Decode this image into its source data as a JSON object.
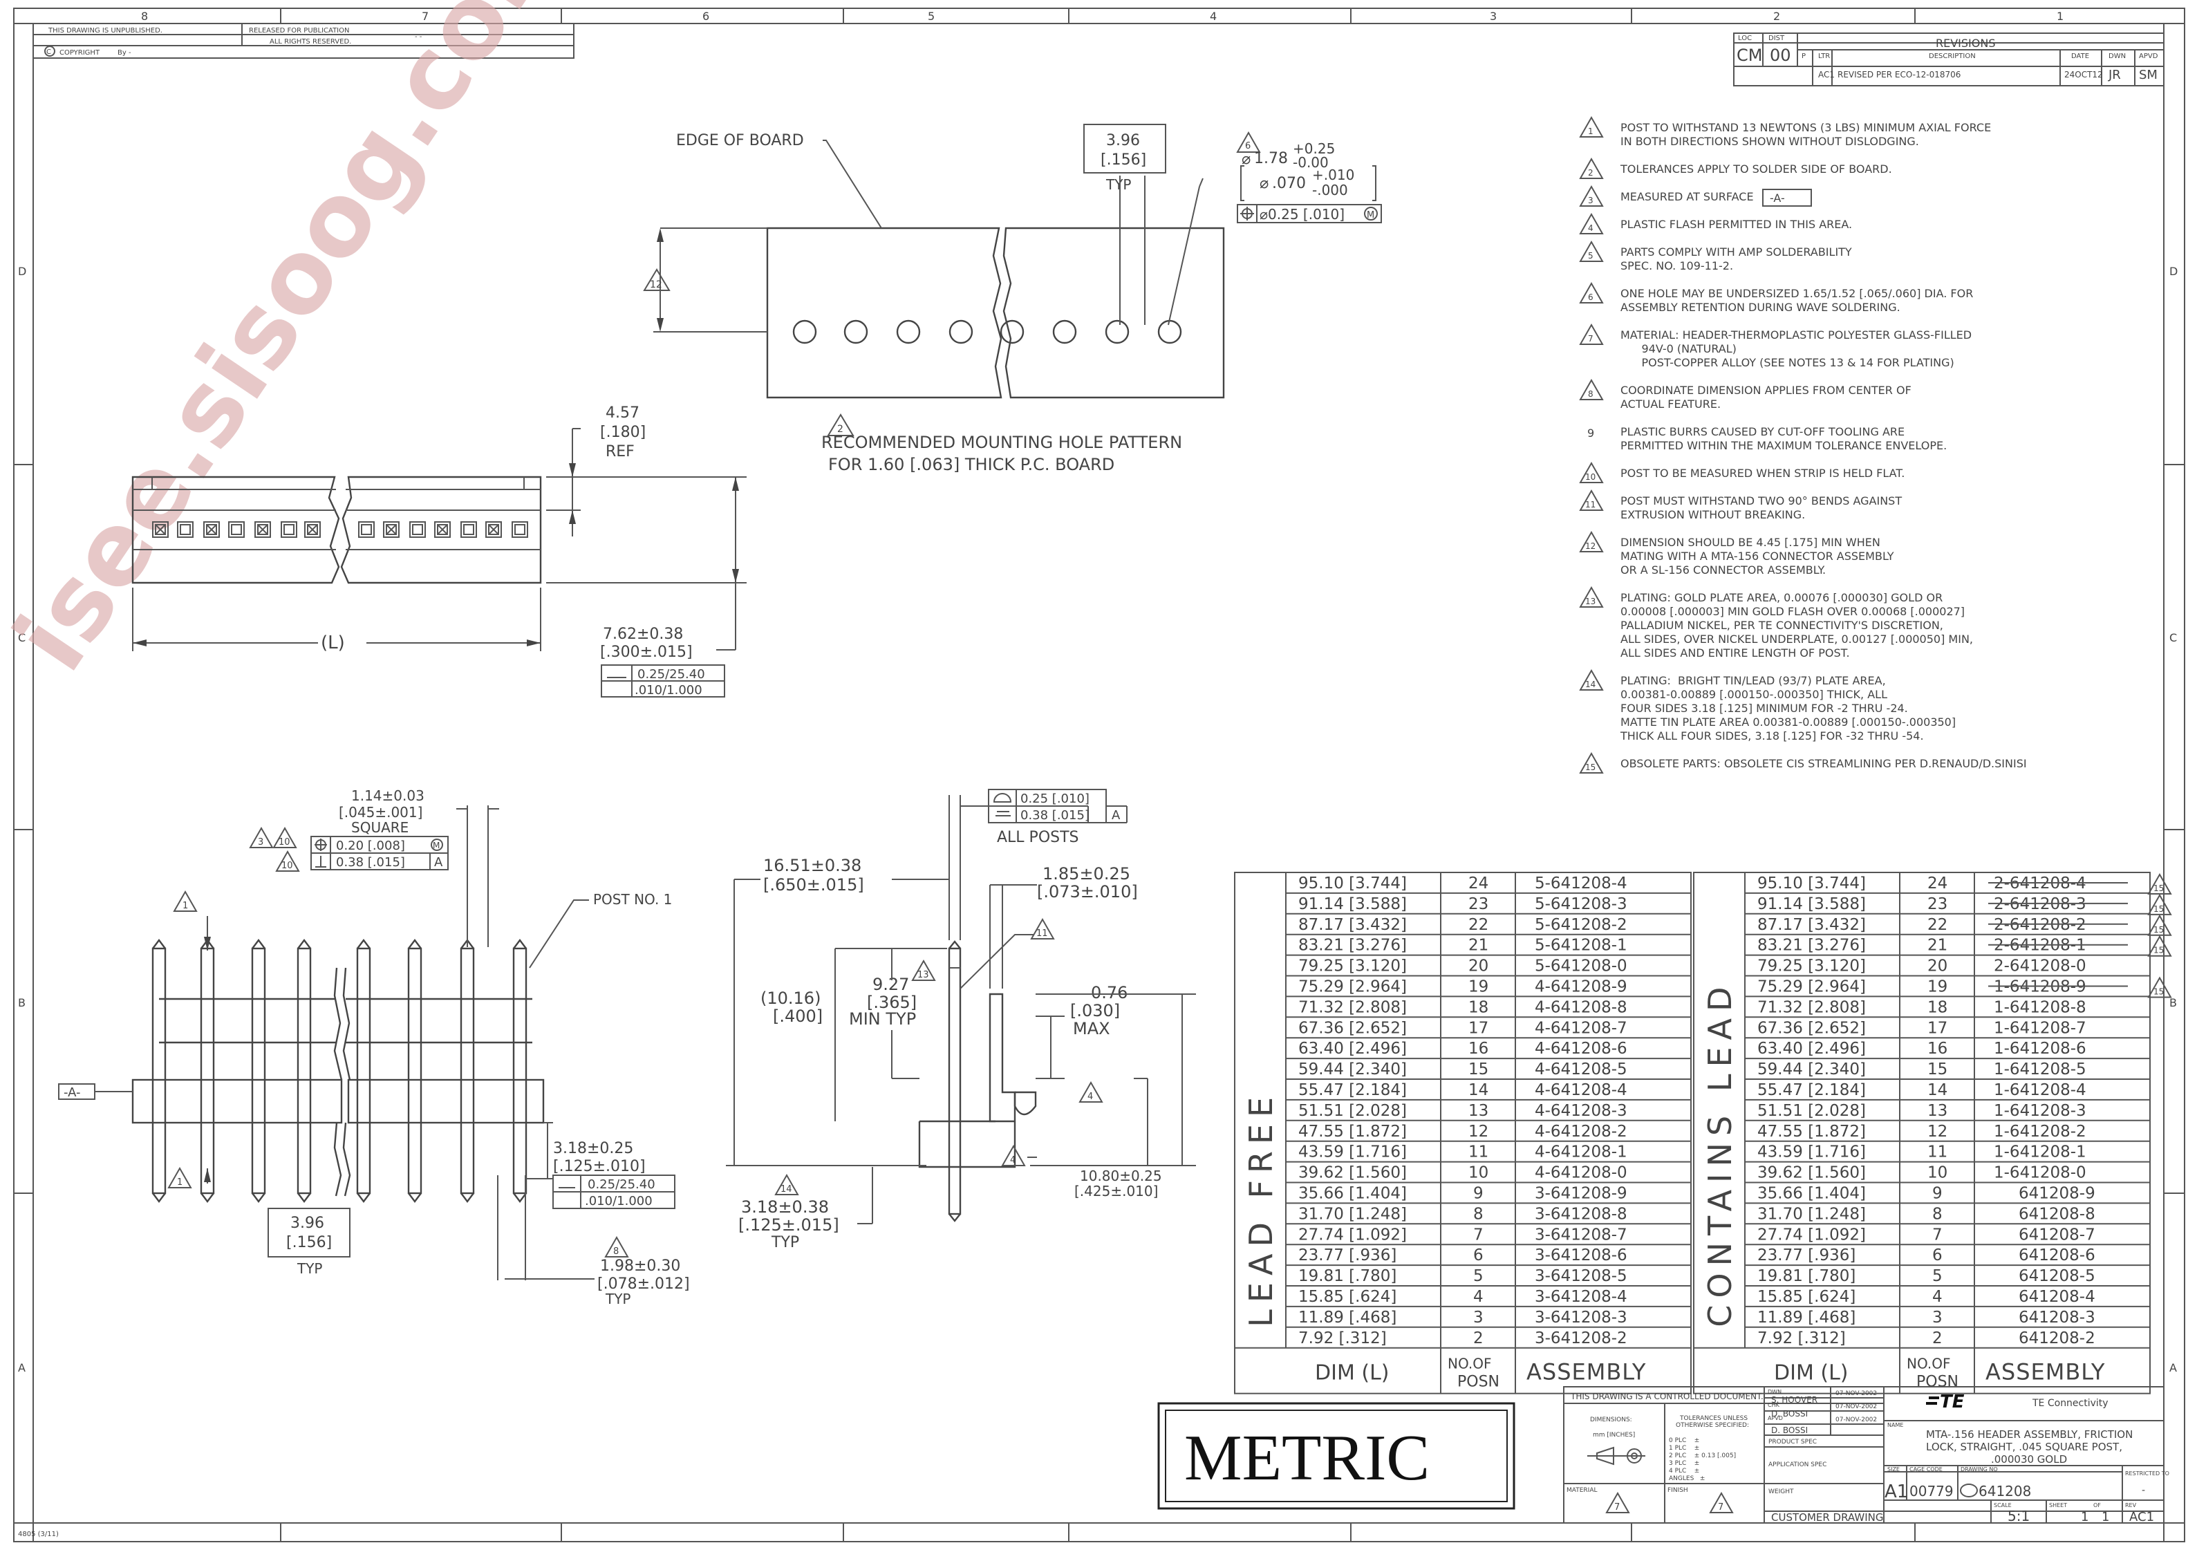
{
  "border": {
    "top_zones": [
      "8",
      "7",
      "6",
      "5",
      "4",
      "3",
      "2",
      "1"
    ],
    "side_zones": [
      "D",
      "C",
      "B",
      "A"
    ],
    "unpublished": "THIS DRAWING IS UNPUBLISHED.",
    "released": "RELEASED FOR PUBLICATION",
    "copyright": "COPYRIGHT",
    "by": "By -",
    "rights": "ALL RIGHTS RESERVED.",
    "form_code": "4805 (3/11)"
  },
  "revisions": {
    "loc_label": "LOC",
    "dist_label": "DIST",
    "loc": "CM",
    "dist": "00",
    "title": "REVISIONS",
    "headers": [
      "P",
      "LTR",
      "DESCRIPTION",
      "DATE",
      "DWN",
      "APVD"
    ],
    "row": [
      "",
      "AC1",
      "REVISED PER ECO-12-018706",
      "24OCT12",
      "JR",
      "SM"
    ]
  },
  "watermark": "isee.sisoog.com",
  "hole_pattern": {
    "edge_label": "EDGE OF BOARD",
    "pitch_mm": "3.96",
    "pitch_in": "[.156]",
    "pitch_typ": "TYP",
    "hole_note_num": "6",
    "hole_dia_mm": "1.78",
    "hole_tol_mm_plus": "+0.25",
    "hole_tol_mm_minus": "-0.00",
    "hole_dia_in": ".070",
    "hole_tol_in_plus": "+.010",
    "hole_tol_in_minus": "-.000",
    "position_tol": "⌀0.25 [.010]",
    "position_mod": "M",
    "flag": "12",
    "caption_flag": "2",
    "caption_1": "RECOMMENDED MOUNTING HOLE PATTERN",
    "caption_2": "FOR 1.60 [.063] THICK P.C. BOARD"
  },
  "top_view": {
    "height_mm": "4.57",
    "height_in": "[.180]",
    "height_ref": "REF",
    "length_label": "(L)",
    "width_dim": "7.62±0.38",
    "width_dim_in": "[.300±.015]",
    "fcf_r1": "0.25/25.40",
    "fcf_r2": ".010/1.000"
  },
  "front_view": {
    "post_mm": "1.14±0.03",
    "post_in": "[.045±.001]",
    "post_square": "SQUARE",
    "fcf1_flag_a": "3",
    "fcf1_flag_b": "10",
    "fcf1_flag_c": "10",
    "fcf1_r1": "0.20 [.008]",
    "fcf1_r1_mod": "M",
    "fcf1_r2": "0.38 [.015]",
    "fcf1_r2_datum": "A",
    "post_no": "POST NO. 1",
    "datum_a": "-A-",
    "flag_1": "1",
    "dim_318": "3.18±0.25",
    "dim_318_in": "[.125±.010]",
    "fcf2_r1": "0.25/25.40",
    "fcf2_r2": ".010/1.000",
    "pitch_mm": "3.96",
    "pitch_in": "[.156]",
    "pitch_typ": "TYP",
    "flag_8": "8",
    "dim_198": "1.98±0.30",
    "dim_198_in": "[.078±.012]",
    "dim_198_typ": "TYP"
  },
  "side_view": {
    "fcf_r1": "0.25 [.010]",
    "fcf_r2": "0.38 [.015]",
    "fcf_datum": "A",
    "all_posts": "ALL POSTS",
    "dim_1651": "16.51±0.38",
    "dim_1651_in": "[.650±.015]",
    "dim_185": "1.85±0.25",
    "dim_185_in": "[.073±.010]",
    "flag_11": "11",
    "dim_1016": "(10.16)",
    "dim_1016_in": "[.400]",
    "dim_927": "9.27",
    "dim_927_in": "[.365]",
    "dim_927_min": "MIN TYP",
    "flag_13": "13",
    "dim_076": "0.76",
    "dim_076_in": "[.030]",
    "dim_076_max": "MAX",
    "flag_4": "4",
    "flag_4b": "4",
    "dim_1080": "10.80±0.25",
    "dim_1080_in": "[.425±.010]",
    "flag_14": "14",
    "dim_318": "3.18±0.38",
    "dim_318_in": "[.125±.015]",
    "dim_318_typ": "TYP"
  },
  "notes": [
    {
      "num": "1",
      "tri": true,
      "lines": [
        "POST TO WITHSTAND 13 NEWTONS (3 LBS) MINIMUM AXIAL FORCE",
        "IN BOTH DIRECTIONS SHOWN WITHOUT DISLODGING."
      ]
    },
    {
      "num": "2",
      "tri": true,
      "lines": [
        "TOLERANCES APPLY TO SOLDER SIDE OF BOARD."
      ]
    },
    {
      "num": "3",
      "tri": true,
      "lines": [
        "MEASURED AT SURFACE"
      ],
      "extra": "-A-"
    },
    {
      "num": "4",
      "tri": true,
      "lines": [
        "PLASTIC FLASH PERMITTED IN THIS AREA."
      ]
    },
    {
      "num": "5",
      "tri": true,
      "lines": [
        "PARTS COMPLY WITH AMP SOLDERABILITY",
        "SPEC. NO. 109-11-2."
      ]
    },
    {
      "num": "6",
      "tri": true,
      "lines": [
        "ONE HOLE MAY BE UNDERSIZED 1.65/1.52 [.065/.060] DIA. FOR",
        "ASSEMBLY RETENTION DURING WAVE SOLDERING."
      ]
    },
    {
      "num": "7",
      "tri": true,
      "lines": [
        "MATERIAL: HEADER-THERMOPLASTIC POLYESTER GLASS-FILLED",
        "      94V-0 (NATURAL)",
        "      POST-COPPER ALLOY (SEE NOTES 13 & 14 FOR PLATING)"
      ]
    },
    {
      "num": "8",
      "tri": true,
      "lines": [
        "COORDINATE DIMENSION APPLIES FROM CENTER OF",
        "ACTUAL FEATURE."
      ]
    },
    {
      "num": "9",
      "tri": false,
      "lines": [
        "PLASTIC BURRS CAUSED BY CUT-OFF TOOLING ARE",
        "PERMITTED WITHIN THE MAXIMUM TOLERANCE ENVELOPE."
      ]
    },
    {
      "num": "10",
      "tri": true,
      "lines": [
        "POST TO BE MEASURED WHEN STRIP IS HELD FLAT."
      ]
    },
    {
      "num": "11",
      "tri": true,
      "lines": [
        "POST MUST WITHSTAND TWO 90° BENDS AGAINST",
        "EXTRUSION WITHOUT BREAKING."
      ]
    },
    {
      "num": "12",
      "tri": true,
      "lines": [
        "DIMENSION SHOULD BE 4.45 [.175] MIN WHEN",
        "MATING WITH A MTA-156 CONNECTOR ASSEMBLY",
        "OR A SL-156 CONNECTOR ASSEMBLY."
      ]
    },
    {
      "num": "13",
      "tri": true,
      "lines": [
        "PLATING: GOLD PLATE AREA, 0.00076 [.000030] GOLD OR",
        "0.00008 [.000003] MIN GOLD FLASH OVER 0.00068 [.000027]",
        "PALLADIUM NICKEL, PER TE CONNECTIVITY'S DISCRETION,",
        "ALL SIDES, OVER NICKEL UNDERPLATE, 0.00127 [.000050] MIN,",
        "ALL SIDES AND ENTIRE LENGTH OF POST."
      ]
    },
    {
      "num": "14",
      "tri": true,
      "lines": [
        "PLATING:  BRIGHT TIN/LEAD (93/7) PLATE AREA,",
        "0.00381-0.00889 [.000150-.000350] THICK, ALL",
        "FOUR SIDES 3.18 [.125] MINIMUM FOR -2 THRU -24.",
        "MATTE TIN PLATE AREA 0.00381-0.00889 [.000150-.000350]",
        "THICK ALL FOUR SIDES, 3.18 [.125] FOR -32 THRU -54."
      ]
    },
    {
      "num": "15",
      "tri": true,
      "lines": [
        "OBSOLETE PARTS: OBSOLETE CIS STREAMLINING PER D.RENAUD/D.SINISI"
      ]
    }
  ],
  "table_lead_free": {
    "side_label": "LEAD FREE",
    "headers": [
      "DIM (L)",
      "NO.OF POSN",
      "ASSEMBLY"
    ],
    "rows": [
      [
        "95.10 [3.744]",
        "24",
        "5-641208-4"
      ],
      [
        "91.14 [3.588]",
        "23",
        "5-641208-3"
      ],
      [
        "87.17 [3.432]",
        "22",
        "5-641208-2"
      ],
      [
        "83.21 [3.276]",
        "21",
        "5-641208-1"
      ],
      [
        "79.25 [3.120]",
        "20",
        "5-641208-0"
      ],
      [
        "75.29 [2.964]",
        "19",
        "4-641208-9"
      ],
      [
        "71.32 [2.808]",
        "18",
        "4-641208-8"
      ],
      [
        "67.36 [2.652]",
        "17",
        "4-641208-7"
      ],
      [
        "63.40 [2.496]",
        "16",
        "4-641208-6"
      ],
      [
        "59.44 [2.340]",
        "15",
        "4-641208-5"
      ],
      [
        "55.47 [2.184]",
        "14",
        "4-641208-4"
      ],
      [
        "51.51 [2.028]",
        "13",
        "4-641208-3"
      ],
      [
        "47.55 [1.872]",
        "12",
        "4-641208-2"
      ],
      [
        "43.59 [1.716]",
        "11",
        "4-641208-1"
      ],
      [
        "39.62 [1.560]",
        "10",
        "4-641208-0"
      ],
      [
        "35.66 [1.404]",
        "9",
        "3-641208-9"
      ],
      [
        "31.70 [1.248]",
        "8",
        "3-641208-8"
      ],
      [
        "27.74 [1.092]",
        "7",
        "3-641208-7"
      ],
      [
        "23.77 [.936]",
        "6",
        "3-641208-6"
      ],
      [
        "19.81 [.780]",
        "5",
        "3-641208-5"
      ],
      [
        "15.85 [.624]",
        "4",
        "3-641208-4"
      ],
      [
        "11.89 [.468]",
        "3",
        "3-641208-3"
      ],
      [
        "7.92 [.312]",
        "2",
        "3-641208-2"
      ]
    ]
  },
  "table_contains_lead": {
    "side_label": "CONTAINS LEAD",
    "headers": [
      "DIM (L)",
      "NO.OF POSN",
      "ASSEMBLY"
    ],
    "obsolete_flag": "15",
    "rows": [
      [
        "95.10 [3.744]",
        "24",
        "2-641208-4",
        true
      ],
      [
        "91.14 [3.588]",
        "23",
        "2-641208-3",
        true
      ],
      [
        "87.17 [3.432]",
        "22",
        "2-641208-2",
        true
      ],
      [
        "83.21 [3.276]",
        "21",
        "2-641208-1",
        true
      ],
      [
        "79.25 [3.120]",
        "20",
        "2-641208-0",
        false
      ],
      [
        "75.29 [2.964]",
        "19",
        "1-641208-9",
        true
      ],
      [
        "71.32 [2.808]",
        "18",
        "1-641208-8",
        false
      ],
      [
        "67.36 [2.652]",
        "17",
        "1-641208-7",
        false
      ],
      [
        "63.40 [2.496]",
        "16",
        "1-641208-6",
        false
      ],
      [
        "59.44 [2.340]",
        "15",
        "1-641208-5",
        false
      ],
      [
        "55.47 [2.184]",
        "14",
        "1-641208-4",
        false
      ],
      [
        "51.51 [2.028]",
        "13",
        "1-641208-3",
        false
      ],
      [
        "47.55 [1.872]",
        "12",
        "1-641208-2",
        false
      ],
      [
        "43.59 [1.716]",
        "11",
        "1-641208-1",
        false
      ],
      [
        "39.62 [1.560]",
        "10",
        "1-641208-0",
        false
      ],
      [
        "35.66 [1.404]",
        "9",
        "641208-9",
        false
      ],
      [
        "31.70 [1.248]",
        "8",
        "641208-8",
        false
      ],
      [
        "27.74 [1.092]",
        "7",
        "641208-7",
        false
      ],
      [
        "23.77 [.936]",
        "6",
        "641208-6",
        false
      ],
      [
        "19.81 [.780]",
        "5",
        "641208-5",
        false
      ],
      [
        "15.85 [.624]",
        "4",
        "641208-4",
        false
      ],
      [
        "11.89 [.468]",
        "3",
        "641208-3",
        false
      ],
      [
        "7.92 [.312]",
        "2",
        "641208-2",
        false
      ]
    ]
  },
  "metric_label": "METRIC",
  "title_block": {
    "controlled": "THIS DRAWING IS A CONTROLLED DOCUMENT.",
    "dwn_label": "DWN",
    "dwn_name": "S. HOOVER",
    "dwn_date": "07-NOV-2002",
    "chk_label": "CHK",
    "chk_name": "D. BOSSI",
    "chk_date": "07-NOV-2002",
    "apvd_label": "APVD",
    "apvd_name": "D. BOSSI",
    "apvd_date": "07-NOV-2002",
    "dimensions_label": "DIMENSIONS:",
    "dimensions_unit": "mm [INCHES]",
    "tolerances_1": "TOLERANCES UNLESS",
    "tolerances_2": "OTHERWISE SPECIFIED:",
    "tol_rows": [
      "0 PLC    ±",
      "1 PLC    ±",
      "2 PLC    ± 0.13 [.005]",
      "3 PLC    ±",
      "4 PLC    ±",
      "ANGLES   ±"
    ],
    "product_spec": "PRODUCT SPEC",
    "application_spec": "APPLICATION SPEC",
    "weight": "WEIGHT",
    "material_label": "MATERIAL",
    "material_flag": "7",
    "finish_label": "FINISH",
    "finish_flag": "7",
    "company": "TE Connectivity",
    "logo": "TE",
    "name_label": "NAME",
    "title_1": "MTA-.156 HEADER ASSEMBLY, FRICTION",
    "title_2": "LOCK, STRAIGHT, .045 SQUARE POST,",
    "title_3": ".000030 GOLD",
    "size_label": "SIZE",
    "size": "A1",
    "cage_label": "CAGE CODE",
    "cage": "00779",
    "dwg_label": "DRAWING NO",
    "dwg": "641208",
    "restricted": "RESTRICTED TO",
    "restricted_val": "-",
    "customer": "CUSTOMER DRAWING",
    "scale_label": "SCALE",
    "scale": "5:1",
    "sheet_label": "SHEET",
    "sheet": "1",
    "of_label": "OF",
    "sheet_of": "1",
    "rev_label": "REV",
    "rev": "AC1"
  }
}
